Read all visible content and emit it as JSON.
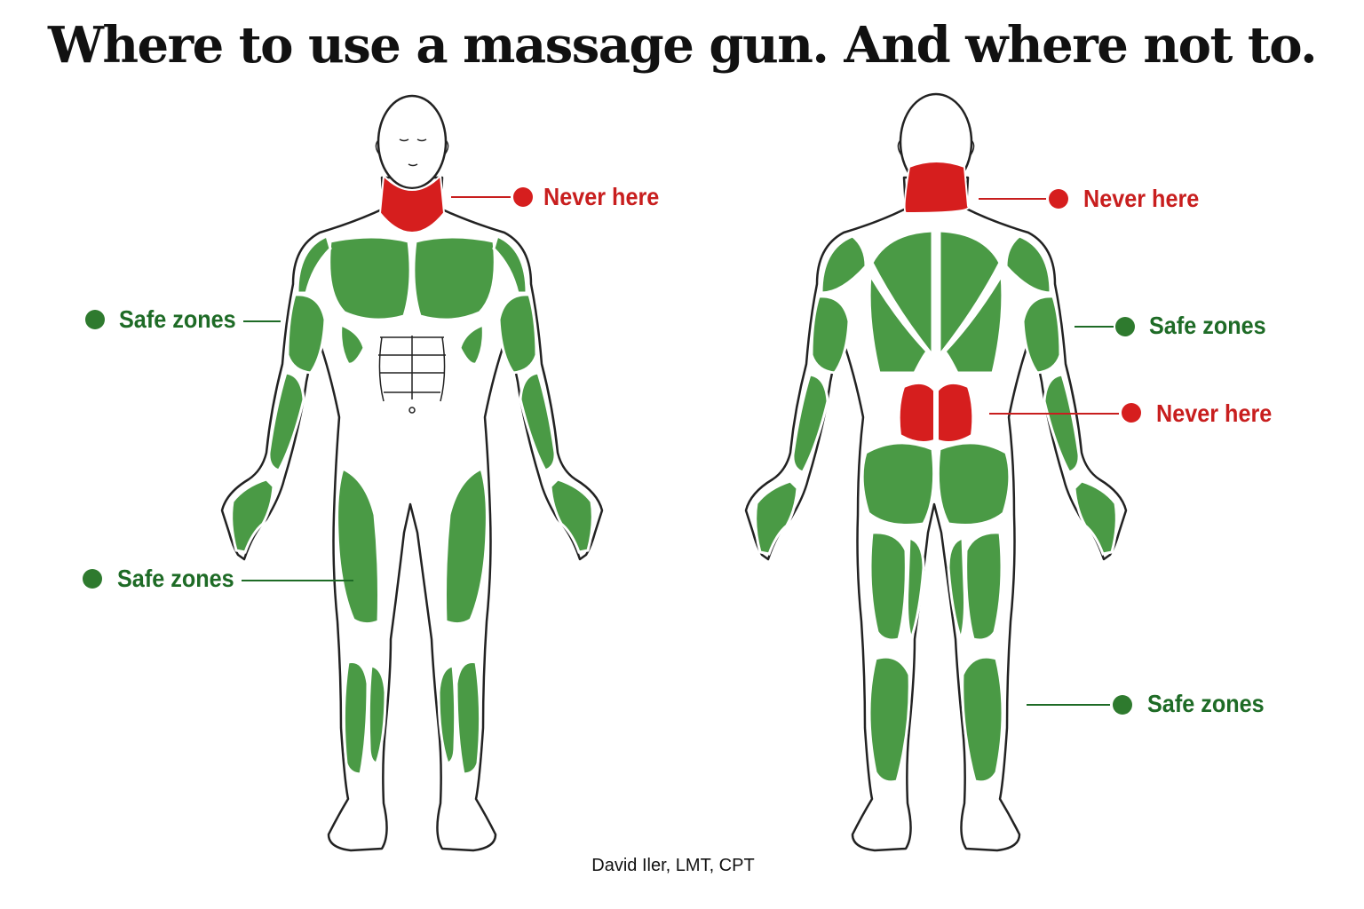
{
  "title": "Where to use a massage gun. And where not to.",
  "credit": "David Iler, LMT, CPT",
  "colors": {
    "safe": "#4a9a45",
    "danger": "#d61e1e",
    "outline": "#222222",
    "safe_text": "#1e6b26",
    "danger_text": "#c81e1e"
  },
  "front_figure": {
    "labels": {
      "neck": "Never here",
      "arm": "Safe zones",
      "thigh": "Safe zones"
    }
  },
  "back_figure": {
    "labels": {
      "neck": "Never here",
      "arm": "Safe zones",
      "lower_back": "Never here",
      "calf": "Safe zones"
    }
  },
  "icons": {
    "danger_marker": "red-dot-icon",
    "safe_marker": "green-dot-icon"
  }
}
